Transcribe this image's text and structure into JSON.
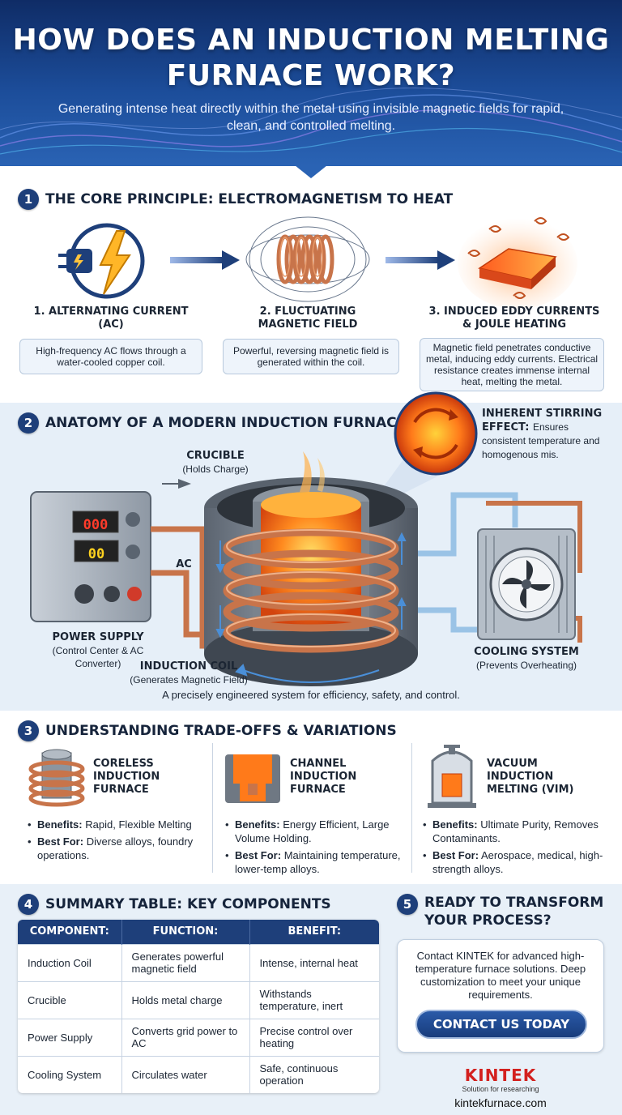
{
  "header": {
    "title": "HOW DOES AN INDUCTION MELTING FURNACE WORK?",
    "subtitle": "Generating intense heat directly within the metal using invisible magnetic fields for rapid, clean, and controlled melting."
  },
  "section1": {
    "number": "1",
    "title": "THE CORE PRINCIPLE: ELECTROMAGNETISM TO HEAT",
    "steps": [
      {
        "title": "1. ALTERNATING CURRENT (AC)",
        "desc": "High-frequency AC flows through a water-cooled copper coil."
      },
      {
        "title": "2. FLUCTUATING MAGNETIC FIELD",
        "desc": "Powerful, reversing magnetic field is generated within the coil."
      },
      {
        "title": "3. INDUCED EDDY CURRENTS & JOULE HEATING",
        "desc": "Magnetic field penetrates conductive metal, inducing eddy currents. Electrical resistance creates immense internal heat, melting the metal."
      }
    ]
  },
  "section2": {
    "number": "2",
    "title": "ANATOMY OF A MODERN INDUCTION FURNACE",
    "stirring_title": "INHERENT STIRRING",
    "stirring_rest": "EFFECT:",
    "stirring_desc": "Ensures consistent temperature and homogenous mis.",
    "crucible": "CRUCIBLE",
    "crucible_sub": "(Holds Charge)",
    "ac_label": "AC",
    "power": "POWER SUPPLY",
    "power_sub": "(Control Center & AC Converter)",
    "coil": "INDUCTION COIL",
    "coil_sub": "(Generates Magnetic Field)",
    "cooling": "COOLING SYSTEM",
    "cooling_sub": "(Prevents Overheating)",
    "display_top": "000",
    "display_bottom": "00",
    "footer": "A precisely engineered system for efficiency, safety, and control."
  },
  "section3": {
    "number": "3",
    "title": "UNDERSTANDING TRADE-OFFS & VARIATIONS",
    "columns": [
      {
        "title": "CORELESS INDUCTION FURNACE",
        "benefits_label": "Benefits:",
        "benefits": "Rapid, Flexible Melting",
        "best_label": "Best For:",
        "best": "Diverse alloys, foundry operations."
      },
      {
        "title": "CHANNEL INDUCTION FURNACE",
        "benefits_label": "Benefits:",
        "benefits": "Energy Efficient, Large Volume Holding.",
        "best_label": "Best For:",
        "best": "Maintaining temperature, lower-temp alloys."
      },
      {
        "title": "VACUUM INDUCTION MELTING (VIM)",
        "benefits_label": "Benefits:",
        "benefits": "Ultimate Purity, Removes Contaminants.",
        "best_label": "Best For:",
        "best": "Aerospace, medical, high-strength alloys."
      }
    ]
  },
  "section4": {
    "number": "4",
    "title": "SUMMARY TABLE: KEY COMPONENTS",
    "headers": [
      "COMPONENT:",
      "FUNCTION:",
      "BENEFIT:"
    ],
    "rows": [
      [
        "Induction Coil",
        "Generates powerful magnetic field",
        "Intense, internal heat"
      ],
      [
        "Crucible",
        "Holds metal charge",
        "Withstands temperature, inert"
      ],
      [
        "Power Supply",
        "Converts grid power to AC",
        "Precise control over heating"
      ],
      [
        "Cooling System",
        "Circulates water",
        "Safe, continuous operation"
      ]
    ]
  },
  "section5": {
    "number": "5",
    "title": "READY TO TRANSFORM YOUR PROCESS?",
    "text": "Contact KINTEK for advanced high-temperature furnace solutions. Deep customization to meet your unique requirements.",
    "button": "CONTACT US TODAY",
    "brand": "KINTEK",
    "tagline": "Solution for researching",
    "url": "kintekfurnace.com"
  },
  "colors": {
    "navy": "#1e3f7a",
    "copper": "#c8744a",
    "molten": "#ff7a1a"
  }
}
